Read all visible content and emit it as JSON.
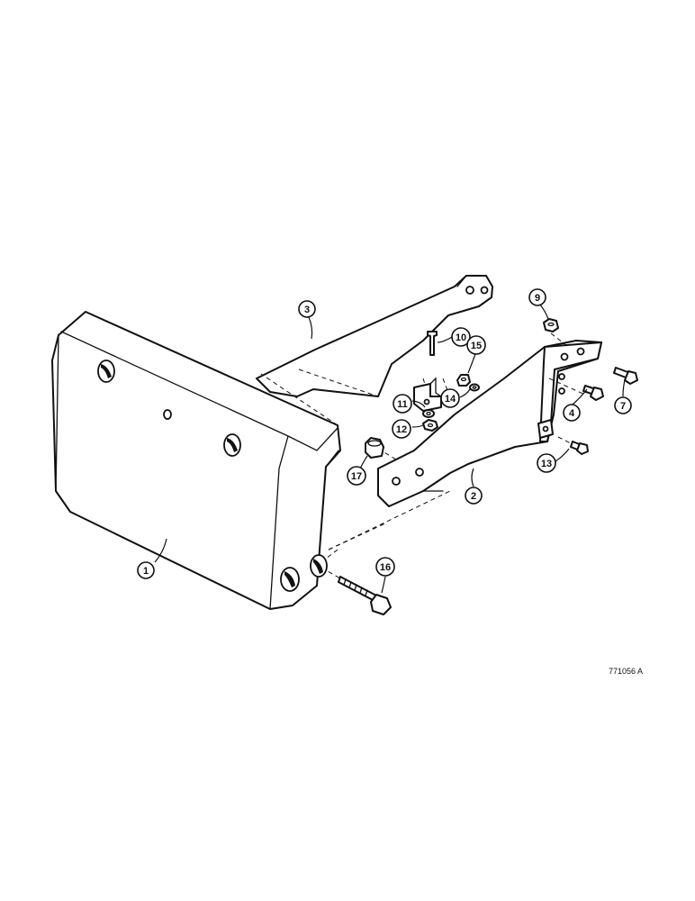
{
  "callouts": {
    "c1": "1",
    "c2": "2",
    "c3": "3",
    "c4": "4",
    "c7": "7",
    "c9": "9",
    "c10": "10",
    "c11": "11",
    "c12": "12",
    "c13": "13",
    "c14": "14",
    "c15": "15",
    "c16": "16",
    "c17": "17"
  },
  "reference_number": "771056 A",
  "colors": {
    "ink": "#111111",
    "paper": "#ffffff"
  }
}
